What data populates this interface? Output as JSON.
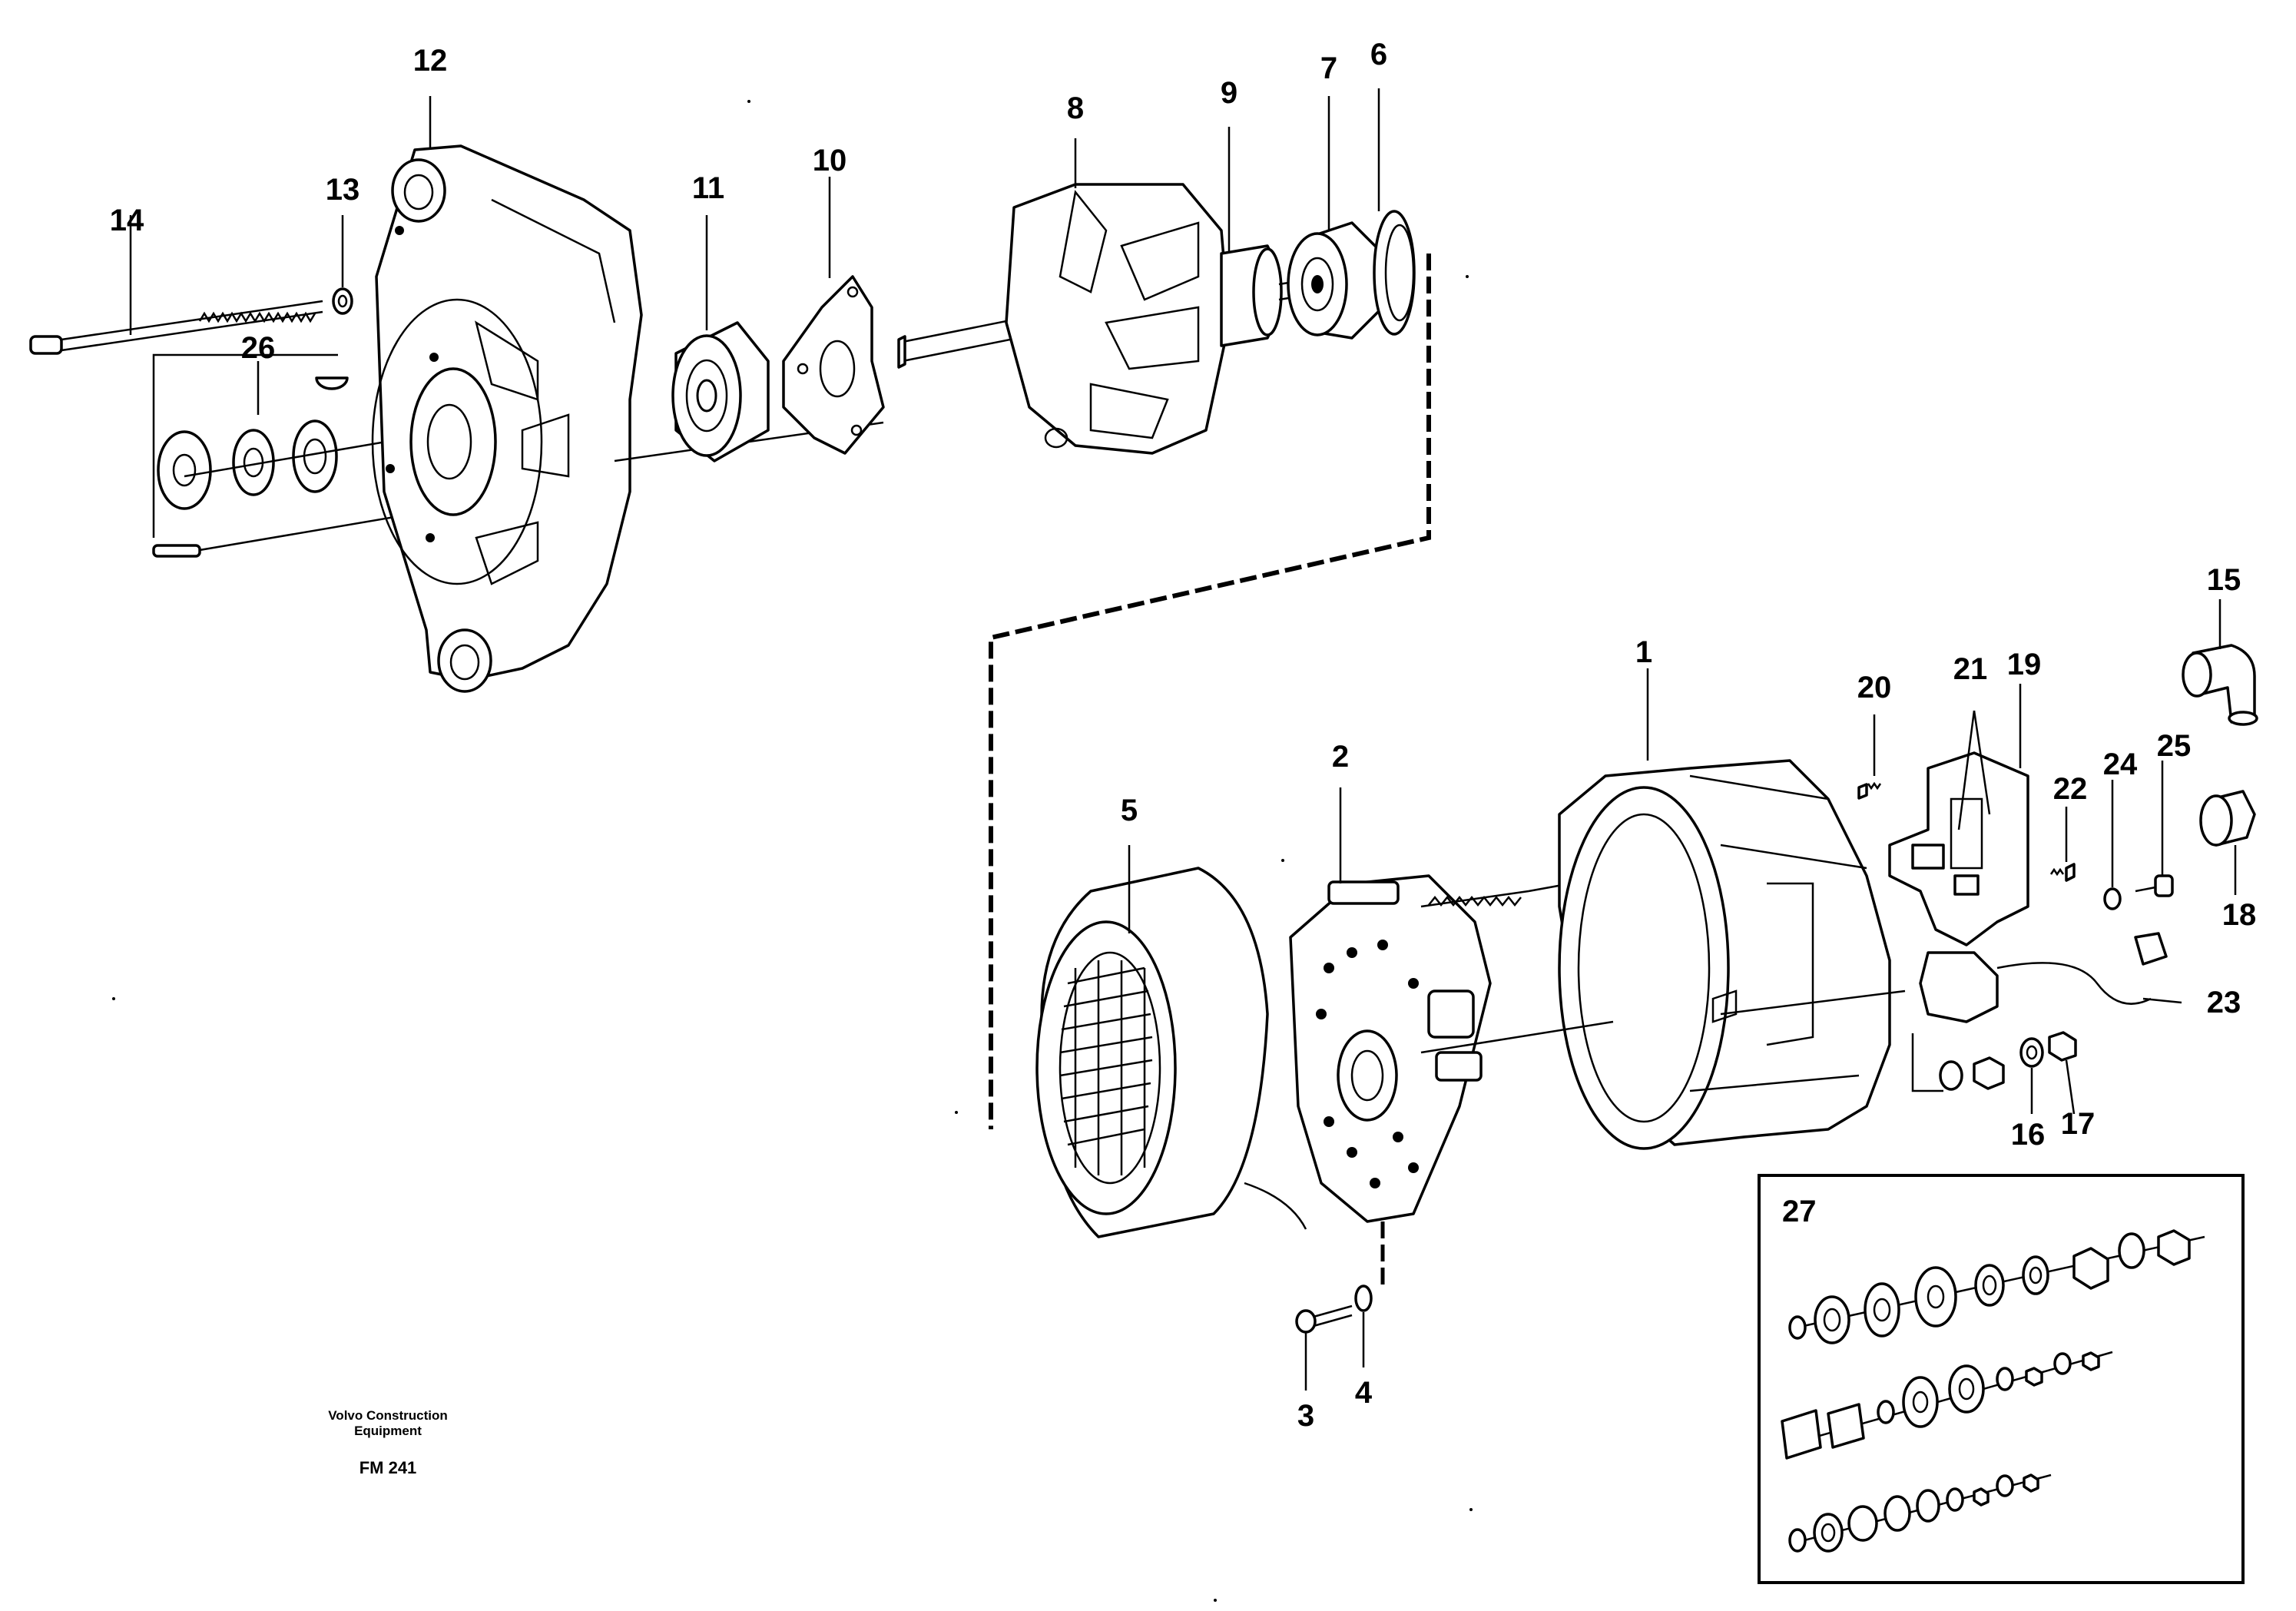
{
  "diagram": {
    "part_numbers": [
      "1",
      "2",
      "3",
      "4",
      "5",
      "6",
      "7",
      "8",
      "9",
      "10",
      "11",
      "12",
      "13",
      "14",
      "15",
      "16",
      "17",
      "18",
      "19",
      "20",
      "21",
      "22",
      "23",
      "24",
      "25",
      "26",
      "27"
    ],
    "inset_label": "27",
    "credit_line1": "Volvo Construction",
    "credit_line2": "Equipment",
    "figure_code": "FM 241"
  }
}
